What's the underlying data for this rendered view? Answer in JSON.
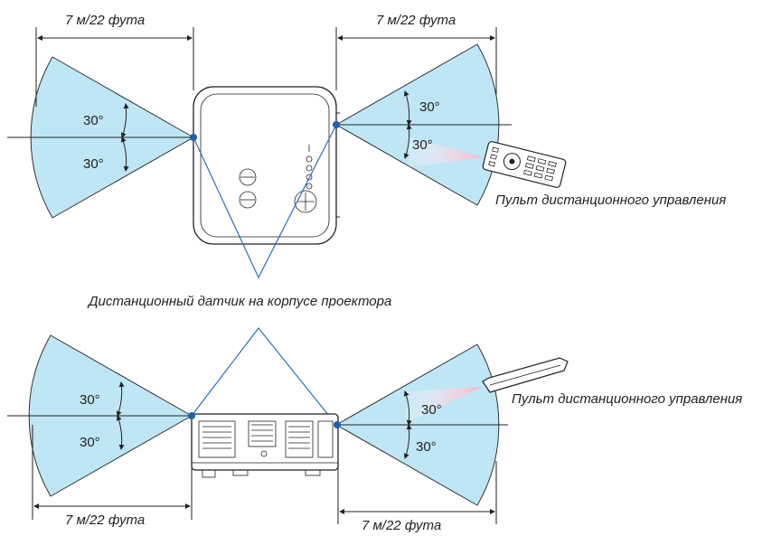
{
  "colors": {
    "fan_fill": "#bfe6f4",
    "signal_fill": "#f7b6c8",
    "sensor_dot": "#1f5fae",
    "pointer_line": "#2e6fb8"
  },
  "top_view": {
    "left_distance": "7 м/22 фута",
    "right_distance": "7 м/22 фута",
    "left_angle_up": "30°",
    "left_angle_down": "30°",
    "right_angle_up": "30°",
    "right_angle_down": "30°",
    "remote_label": "Пульт дистанционного управления"
  },
  "sensor_caption": "Дистанционный датчик на корпусе проектора",
  "side_view": {
    "left_distance": "7 м/22 фута",
    "right_distance": "7 м/22 фута",
    "left_angle_up": "30°",
    "left_angle_down": "30°",
    "right_angle_up": "30°",
    "right_angle_down": "30°",
    "remote_label": "Пульт дистанционного управления"
  }
}
